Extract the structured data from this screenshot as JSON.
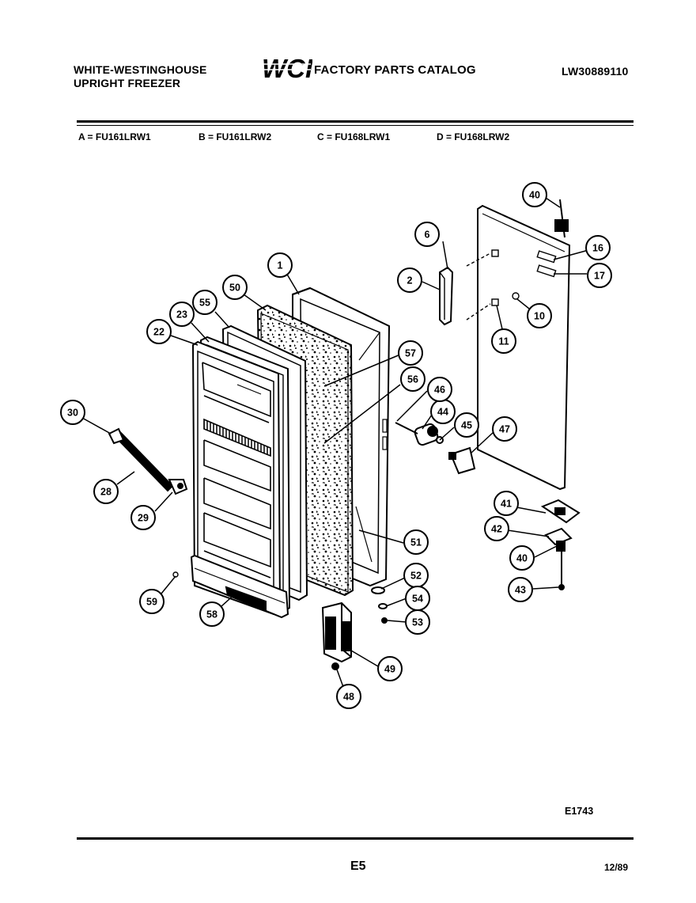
{
  "header": {
    "brand_line1": "WHITE-WESTINGHOUSE",
    "brand_line2": "UPRIGHT FREEZER",
    "logo_text": "WCI",
    "catalog_title": "FACTORY PARTS CATALOG",
    "catalog_number": "LW30889110"
  },
  "models": [
    "A = FU161LRW1",
    "B = FU161LRW2",
    "C = FU168LRW1",
    "D = FU168LRW2"
  ],
  "diagram": {
    "part_labels": [
      "1",
      "2",
      "6",
      "10",
      "11",
      "16",
      "17",
      "22",
      "23",
      "28",
      "29",
      "30",
      "40",
      "40",
      "40",
      "41",
      "42",
      "43",
      "44",
      "45",
      "46",
      "47",
      "48",
      "49",
      "50",
      "51",
      "52",
      "53",
      "54",
      "55",
      "56",
      "57",
      "58",
      "59"
    ],
    "figure_code": "E1743"
  },
  "footer": {
    "page_code": "E5",
    "date": "12/89"
  }
}
